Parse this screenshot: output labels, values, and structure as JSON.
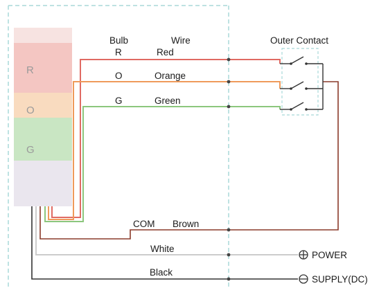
{
  "headers": {
    "bulb": "Bulb",
    "wire": "Wire",
    "contact": "Outer Contact"
  },
  "lamp_sections": [
    {
      "letter": "R",
      "color": "#f4c6c2"
    },
    {
      "letter": "O",
      "color": "#f9dbbf"
    },
    {
      "letter": "G",
      "color": "#c9e6c3"
    }
  ],
  "wires": [
    {
      "bulb": "R",
      "name": "Red",
      "color": "#e06a62"
    },
    {
      "bulb": "O",
      "name": "Orange",
      "color": "#ef9a5a"
    },
    {
      "bulb": "G",
      "name": "Green",
      "color": "#8cc67d"
    },
    {
      "bulb": "COM",
      "name": "Brown",
      "color": "#8a3a2a"
    },
    {
      "bulb": "",
      "name": "White",
      "color": "#cccccc"
    },
    {
      "bulb": "",
      "name": "Black",
      "color": "#333333"
    }
  ],
  "terminals": {
    "plus_label": "POWER",
    "minus_label": "SUPPLY(DC)"
  },
  "colors": {
    "dashed_border": "#a8d8d8",
    "switch": "#333333"
  }
}
